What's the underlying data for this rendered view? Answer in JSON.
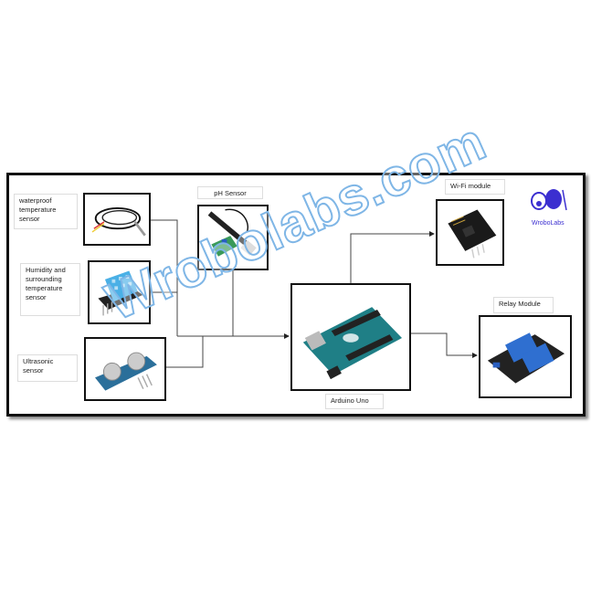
{
  "nodes": {
    "waterproof_sensor": {
      "label": "waterproof temperature sensor"
    },
    "humidity_sensor": {
      "label": "Humidity and surrounding temperature sensor"
    },
    "ultrasonic_sensor": {
      "label": "Ultrasonic sensor"
    },
    "ph_sensor": {
      "label": "pH Sensor"
    },
    "arduino": {
      "label": "Arduino Uno"
    },
    "wifi": {
      "label": "Wi-Fi module"
    },
    "relay": {
      "label": "Relay Module"
    }
  },
  "watermark": "Wrobolabs.com",
  "logo_text": "WroboLabs",
  "colors": {
    "frame": "#111111",
    "wire": "#444444",
    "watermark": "#7fb6e6",
    "board_teal": "#1f7f86",
    "relay_blue": "#2f6fd0"
  }
}
